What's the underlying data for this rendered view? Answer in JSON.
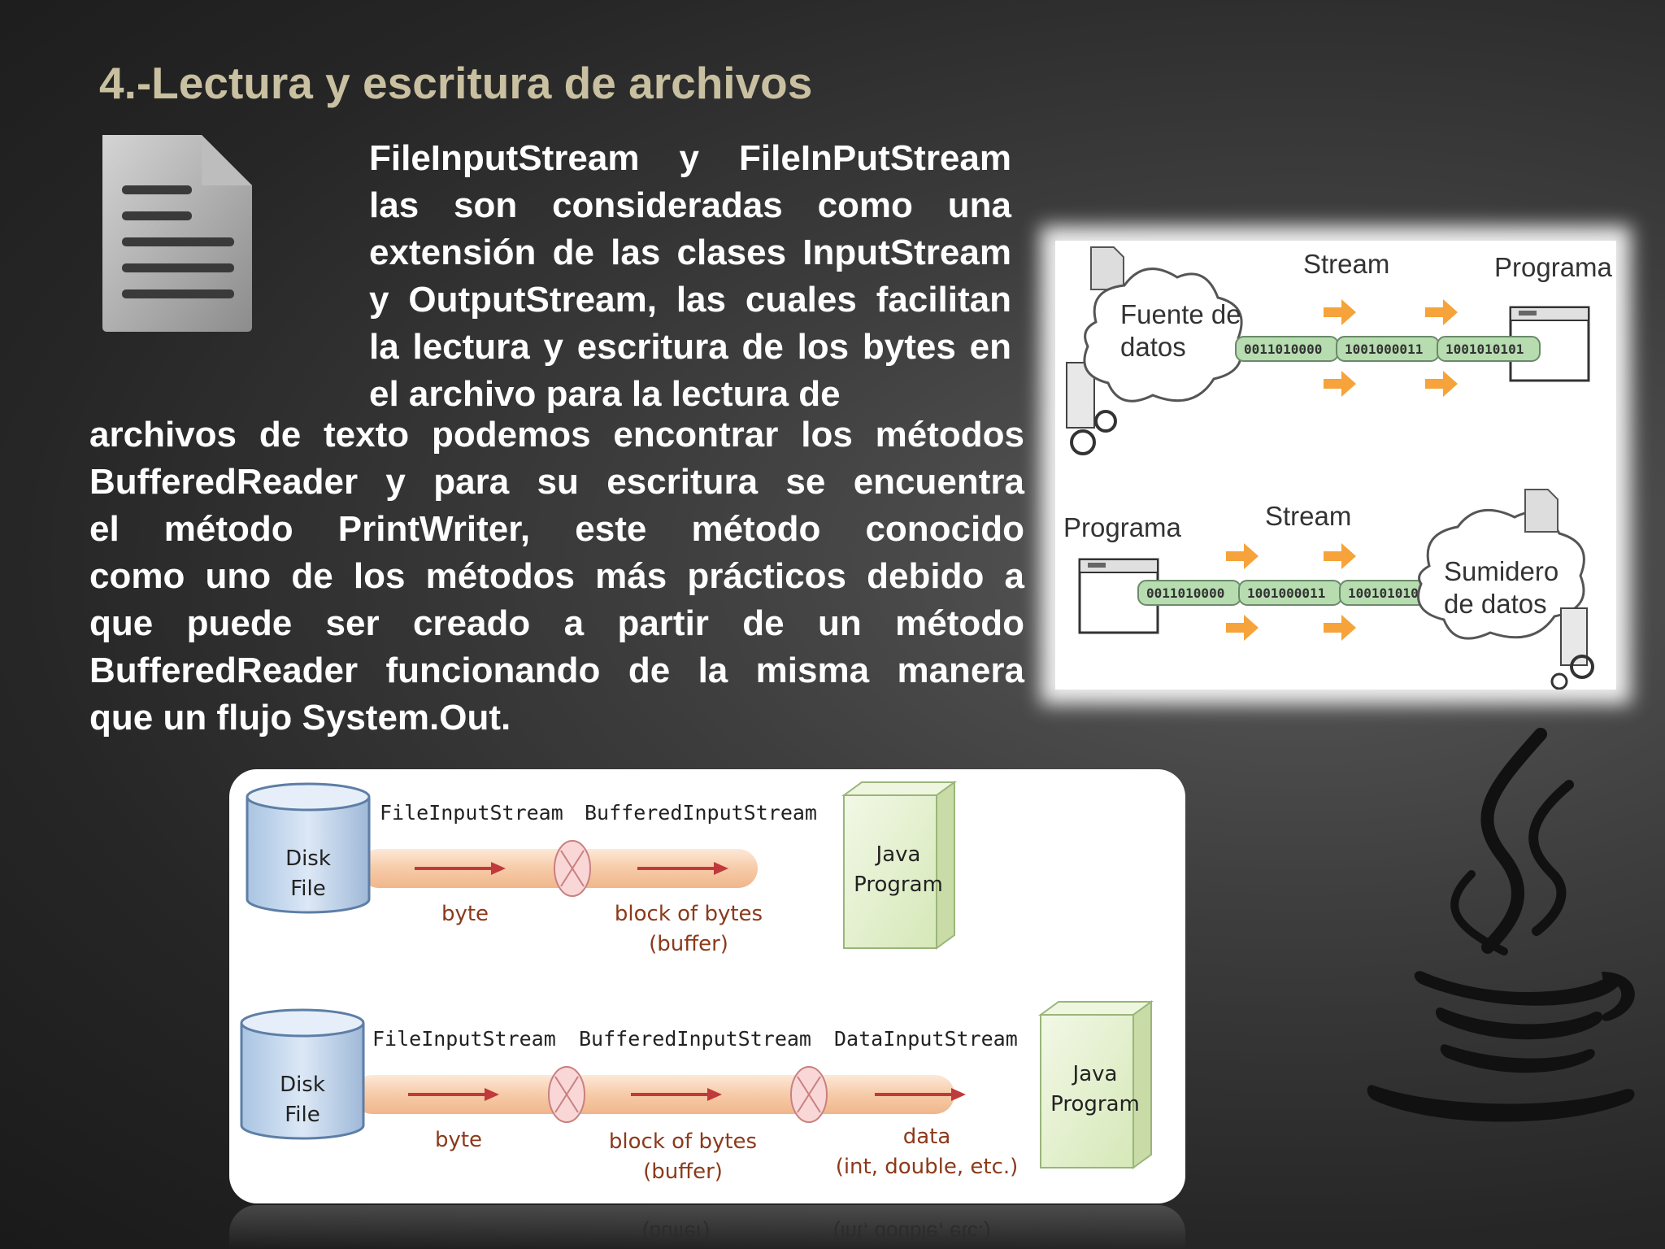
{
  "slide": {
    "title": "4.-Lectura y escritura de archivos",
    "paragraph_top": [
      "FileInputStream y FileInPutStream",
      "las son consideradas como una",
      "extensión de las clases InputStream",
      "y OutputStream, las cuales facilitan",
      "la lectura y escritura de los bytes en",
      "el archivo para la lectura de"
    ],
    "paragraph_bottom": [
      "archivos de texto podemos encontrar los métodos",
      "BufferedReader y para su escritura se encuentra",
      "el método PrintWriter, este método conocido",
      "como uno de los métodos más prácticos debido a",
      "que puede ser creado a partir de un método",
      "BufferedReader funcionando de la misma manera",
      "que un flujo System.Out."
    ]
  },
  "stream_figure": {
    "top": {
      "source": [
        "Fuente de",
        "datos"
      ],
      "stream": "Stream",
      "target": "Programa",
      "bytes": [
        "0011010000",
        "1001000011",
        "1001010101"
      ]
    },
    "bottom": {
      "source": "Programa",
      "stream": "Stream",
      "target": [
        "Sumidero",
        "de datos"
      ],
      "bytes": [
        "0011010000",
        "1001000011",
        "1001010101"
      ]
    }
  },
  "io_diagram": {
    "row1": {
      "disk": [
        "Disk",
        "File"
      ],
      "streams": [
        "FileInputStream",
        "BufferedInputStream"
      ],
      "labels": [
        "byte",
        "block of bytes",
        "(buffer)"
      ],
      "program": [
        "Java",
        "Program"
      ]
    },
    "row2": {
      "disk": [
        "Disk",
        "File"
      ],
      "streams": [
        "FileInputStream",
        "BufferedInputStream",
        "DataInputStream"
      ],
      "labels": [
        "byte",
        "block of bytes",
        "(buffer)",
        "data",
        "(int, double, etc.)"
      ],
      "program": [
        "Java",
        "Program"
      ]
    }
  },
  "icons": [
    "document-icon",
    "java-logo-icon"
  ],
  "colors": {
    "title": "#c8c0a0",
    "body_text": "#ffffff",
    "arrow_orange": "#f5a33a",
    "bytes_green": "#b6dcb0",
    "pipe": "#f6cba8",
    "arrow_red": "#c0393b",
    "disk_blue": "#c8dcf0",
    "program_green": "#e4f0cc"
  }
}
